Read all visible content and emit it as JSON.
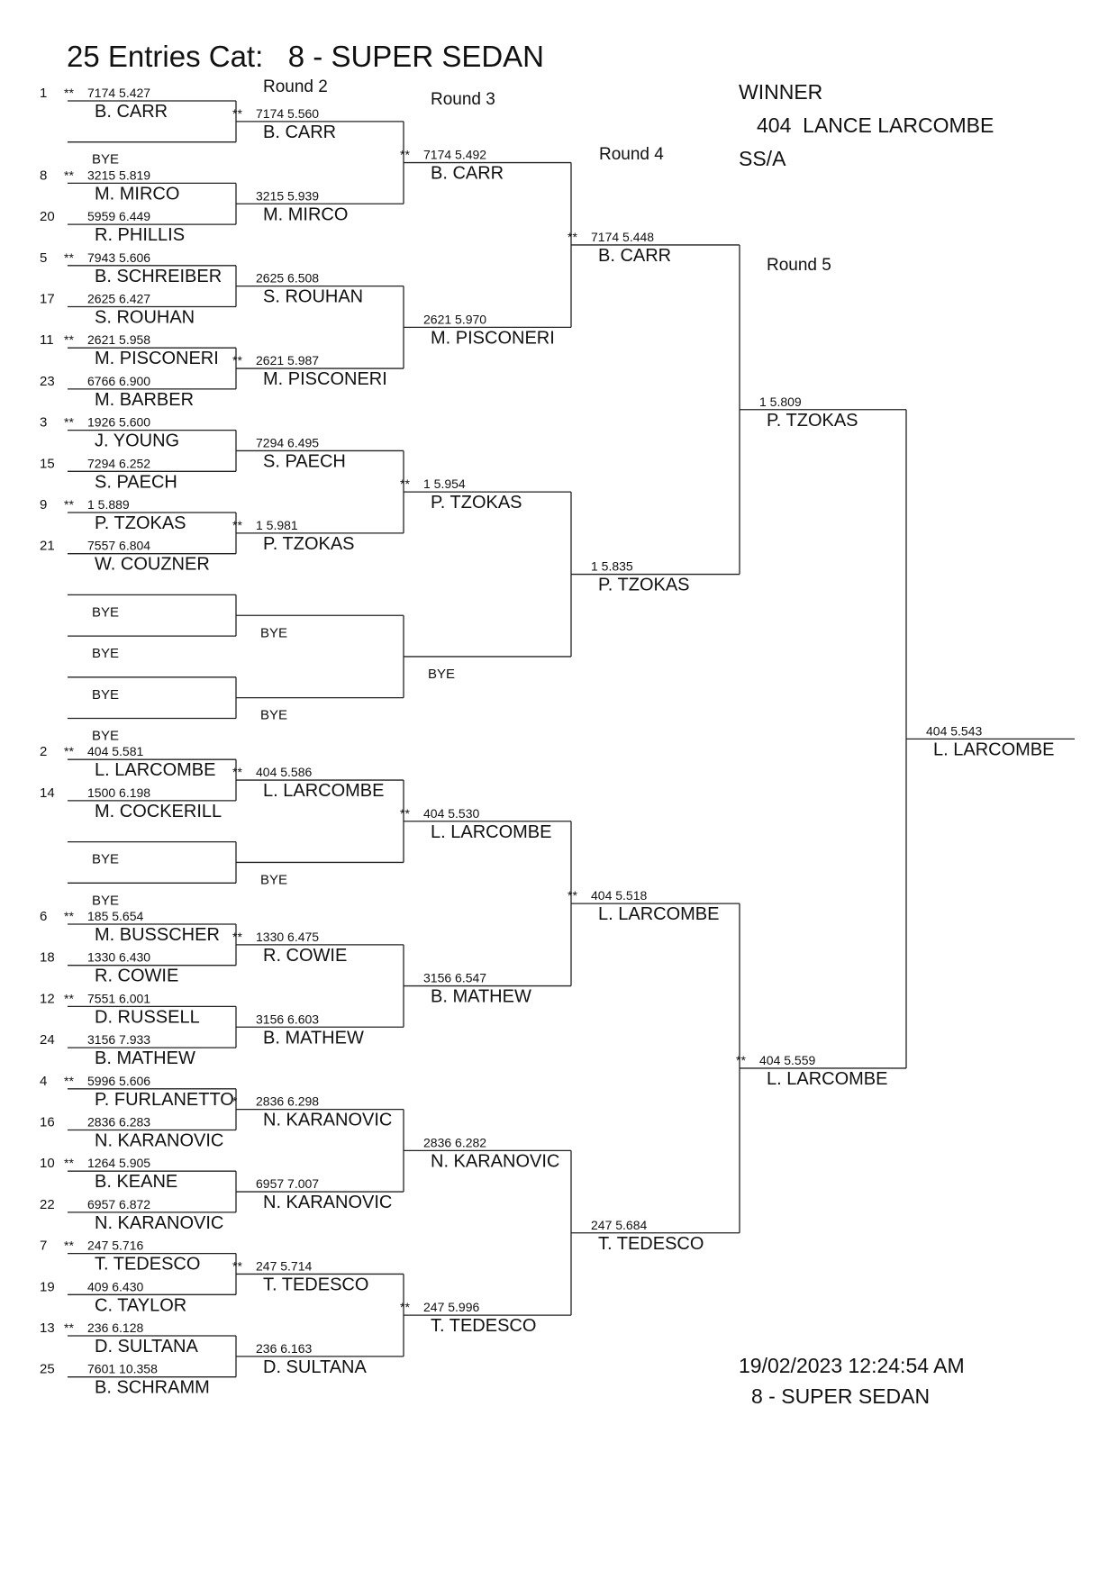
{
  "header": {
    "title": "25 Entries Cat:   8 - SUPER SEDAN",
    "round_labels": [
      "Round 2",
      "Round 3",
      "Round 4",
      "Round 5"
    ]
  },
  "winner": {
    "label": "WINNER",
    "name": "404  LANCE LARCOMBE",
    "class": "SS/A"
  },
  "footer": {
    "timestamp": "19/02/2023 12:24:54 AM",
    "category": "8 - SUPER SEDAN"
  },
  "bracket": {
    "round1": [
      {
        "seed": "1",
        "mark": "**",
        "time": "7174  5.427",
        "name": "B. CARR"
      },
      {
        "bye": true
      },
      {
        "seed": "8",
        "mark": "**",
        "time": "3215  5.819",
        "name": "M. MIRCO"
      },
      {
        "seed": "20",
        "mark": "",
        "time": "5959  6.449",
        "name": "R. PHILLIS"
      },
      {
        "seed": "5",
        "mark": "**",
        "time": "7943  5.606",
        "name": "B. SCHREIBER"
      },
      {
        "seed": "17",
        "mark": "",
        "time": "2625  6.427",
        "name": "S. ROUHAN"
      },
      {
        "seed": "11",
        "mark": "**",
        "time": "2621  5.958",
        "name": "M. PISCONERI"
      },
      {
        "seed": "23",
        "mark": "",
        "time": "6766  6.900",
        "name": "M. BARBER"
      },
      {
        "seed": "3",
        "mark": "**",
        "time": "1926  5.600",
        "name": "J. YOUNG"
      },
      {
        "seed": "15",
        "mark": "",
        "time": "7294  6.252",
        "name": "S. PAECH"
      },
      {
        "seed": "9",
        "mark": "**",
        "time": "1  5.889",
        "name": "P. TZOKAS"
      },
      {
        "seed": "21",
        "mark": "",
        "time": "7557  6.804",
        "name": "W. COUZNER"
      },
      {
        "bye": true
      },
      {
        "bye": true
      },
      {
        "bye": true
      },
      {
        "bye": true
      },
      {
        "seed": "2",
        "mark": "**",
        "time": "404  5.581",
        "name": "L. LARCOMBE"
      },
      {
        "seed": "14",
        "mark": "",
        "time": "1500  6.198",
        "name": "M. COCKERILL"
      },
      {
        "bye": true
      },
      {
        "bye": true
      },
      {
        "seed": "6",
        "mark": "**",
        "time": "185  5.654",
        "name": "M. BUSSCHER"
      },
      {
        "seed": "18",
        "mark": "",
        "time": "1330  6.430",
        "name": "R. COWIE"
      },
      {
        "seed": "12",
        "mark": "**",
        "time": "7551  6.001",
        "name": "D. RUSSELL"
      },
      {
        "seed": "24",
        "mark": "",
        "time": "3156  7.933",
        "name": "B. MATHEW"
      },
      {
        "seed": "4",
        "mark": "**",
        "time": "5996  5.606",
        "name": "P. FURLANETTO"
      },
      {
        "seed": "16",
        "mark": "",
        "time": "2836  6.283",
        "name": "N. KARANOVIC"
      },
      {
        "seed": "10",
        "mark": "**",
        "time": "1264  5.905",
        "name": "B. KEANE"
      },
      {
        "seed": "22",
        "mark": "",
        "time": "6957  6.872",
        "name": "N. KARANOVIC"
      },
      {
        "seed": "7",
        "mark": "**",
        "time": "247  5.716",
        "name": "T. TEDESCO"
      },
      {
        "seed": "19",
        "mark": "",
        "time": "409  6.430",
        "name": "C. TAYLOR"
      },
      {
        "seed": "13",
        "mark": "**",
        "time": "236  6.128",
        "name": "D. SULTANA"
      },
      {
        "seed": "25",
        "mark": "",
        "time": "7601  10.358",
        "name": "B. SCHRAMM"
      }
    ],
    "round2": [
      {
        "mark": "**",
        "time": "7174  5.560",
        "name": "B. CARR"
      },
      {
        "mark": "",
        "time": "3215  5.939",
        "name": "M. MIRCO"
      },
      {
        "mark": "",
        "time": "2625  6.508",
        "name": "S. ROUHAN"
      },
      {
        "mark": "**",
        "time": "2621  5.987",
        "name": "M. PISCONERI"
      },
      {
        "mark": "",
        "time": "7294  6.495",
        "name": "S. PAECH"
      },
      {
        "mark": "**",
        "time": "1  5.981",
        "name": "P. TZOKAS"
      },
      {
        "bye": true
      },
      {
        "bye": true
      },
      {
        "mark": "**",
        "time": "404  5.586",
        "name": "L. LARCOMBE"
      },
      {
        "bye": true
      },
      {
        "mark": "**",
        "time": "1330  6.475",
        "name": "R. COWIE"
      },
      {
        "mark": "",
        "time": "3156  6.603",
        "name": "B. MATHEW"
      },
      {
        "mark": "*",
        "time": "2836  6.298",
        "name": "N. KARANOVIC"
      },
      {
        "mark": "",
        "time": "6957  7.007",
        "name": "N. KARANOVIC"
      },
      {
        "mark": "**",
        "time": "247  5.714",
        "name": "T. TEDESCO"
      },
      {
        "mark": "",
        "time": "236  6.163",
        "name": "D. SULTANA"
      }
    ],
    "round3": [
      {
        "mark": "**",
        "time": "7174  5.492",
        "name": "B. CARR"
      },
      {
        "mark": "",
        "time": "2621  5.970",
        "name": "M. PISCONERI"
      },
      {
        "mark": "**",
        "time": "1  5.954",
        "name": "P. TZOKAS"
      },
      {
        "bye": true
      },
      {
        "mark": "**",
        "time": "404  5.530",
        "name": "L. LARCOMBE"
      },
      {
        "mark": "",
        "time": "3156  6.547",
        "name": "B. MATHEW"
      },
      {
        "mark": "",
        "time": "2836  6.282",
        "name": "N. KARANOVIC"
      },
      {
        "mark": "**",
        "time": "247  5.996",
        "name": "T. TEDESCO"
      }
    ],
    "round4": [
      {
        "mark": "**",
        "time": "7174  5.448",
        "name": "B. CARR"
      },
      {
        "mark": "",
        "time": "1  5.835",
        "name": "P. TZOKAS"
      },
      {
        "mark": "**",
        "time": "404  5.518",
        "name": "L. LARCOMBE"
      },
      {
        "mark": "",
        "time": "247  5.684",
        "name": "T. TEDESCO"
      }
    ],
    "round5": [
      {
        "mark": "",
        "time": "1  5.809",
        "name": "P. TZOKAS"
      },
      {
        "mark": "**",
        "time": "404  5.559",
        "name": "L. LARCOMBE"
      }
    ],
    "final": [
      {
        "mark": "",
        "time": "404  5.543",
        "name": "L. LARCOMBE"
      }
    ],
    "bye_label": "BYE"
  }
}
